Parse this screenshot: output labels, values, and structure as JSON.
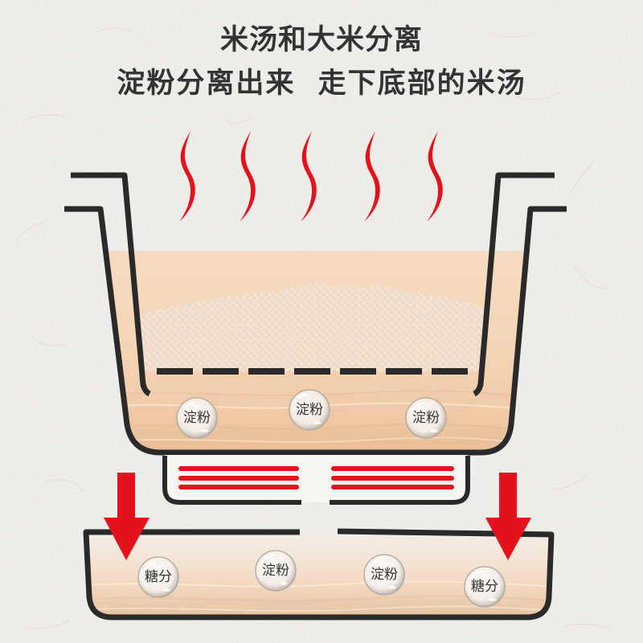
{
  "title": {
    "line1": "米汤和大米分离",
    "line2": "淀粉分离出来  走下底部的米汤"
  },
  "pot": {
    "bubbles": [
      "淀粉",
      "淀粉",
      "淀粉"
    ]
  },
  "tray": {
    "bubbles": [
      "糖分",
      "淀粉",
      "淀粉",
      "糖分"
    ]
  },
  "colors": {
    "background": "#f2f0ec",
    "title_text": "#333333",
    "outline": "#2a2a2a",
    "red": "#e3121c"
  },
  "icons": {
    "steam": "steam-wave-icon",
    "flow": "arrow-down-icon",
    "bubble": "droplet-bubble-icon"
  }
}
